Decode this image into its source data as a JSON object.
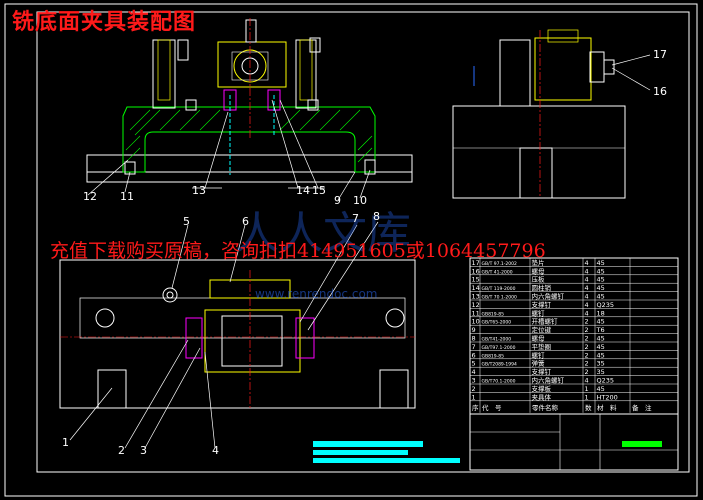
{
  "title": "铣底面夹具装配图",
  "promo": "充值下载购买原稿，咨询扣扣414951605或1064457796",
  "watermark": {
    "cn": "人人文库",
    "url": "www.renrendoc.com"
  },
  "callouts": [
    "1",
    "2",
    "3",
    "4",
    "5",
    "6",
    "7",
    "8",
    "9",
    "10",
    "11",
    "12",
    "13",
    "14",
    "15",
    "16",
    "17"
  ],
  "bom_rows": [
    {
      "no": "17",
      "std": "GB/T 97.1-2002",
      "name": "垫片",
      "qty": "4",
      "mat": "45"
    },
    {
      "no": "16",
      "std": "GB/T 41-2000",
      "name": "螺母",
      "qty": "4",
      "mat": "45"
    },
    {
      "no": "15",
      "std": "",
      "name": "压板",
      "qty": "4",
      "mat": "45"
    },
    {
      "no": "14",
      "std": "GB/T 119-2000",
      "name": "圆柱销",
      "qty": "4",
      "mat": "45"
    },
    {
      "no": "13",
      "std": "GB/T 70 1-2000",
      "name": "内六角螺钉",
      "qty": "4",
      "mat": "45"
    },
    {
      "no": "12",
      "std": "",
      "name": "支撑钉",
      "qty": "4",
      "mat": "Q235"
    },
    {
      "no": "11",
      "std": "GB819-85",
      "name": "螺钉",
      "qty": "4",
      "mat": "18"
    },
    {
      "no": "10",
      "std": "GB/T65-2000",
      "name": "开槽螺钉",
      "qty": "2",
      "mat": "45"
    },
    {
      "no": "9",
      "std": "",
      "name": "定位键",
      "qty": "2",
      "mat": "T6"
    },
    {
      "no": "8",
      "std": "GB/T41-2000",
      "name": "螺母",
      "qty": "2",
      "mat": "45"
    },
    {
      "no": "7",
      "std": "GB/T97.1-2000",
      "name": "平垫圈",
      "qty": "2",
      "mat": "45"
    },
    {
      "no": "6",
      "std": "GB819-85",
      "name": "螺钉",
      "qty": "2",
      "mat": "45"
    },
    {
      "no": "5",
      "std": "GB/T2089-1994",
      "name": "弹簧",
      "qty": "2",
      "mat": "35"
    },
    {
      "no": "4",
      "std": "",
      "name": "支撑钉",
      "qty": "2",
      "mat": "35"
    },
    {
      "no": "3",
      "std": "GB/T70.1-2000",
      "name": "内六角螺钉",
      "qty": "4",
      "mat": "Q235"
    },
    {
      "no": "2",
      "std": "",
      "name": "支撑板",
      "qty": "1",
      "mat": "45"
    },
    {
      "no": "1",
      "std": "",
      "name": "夹具体",
      "qty": "1",
      "mat": "HT200"
    }
  ],
  "bom_header": [
    "序",
    "代　号",
    "零件名称",
    "数",
    "材　料",
    "备　注"
  ],
  "colors": {
    "line": "#ffffff",
    "yellow": "#ffff00",
    "green": "#00ff00",
    "cyan": "#00ffff",
    "magenta": "#ff00ff",
    "red": "#ff1a1a",
    "blue": "#2a6cff"
  }
}
